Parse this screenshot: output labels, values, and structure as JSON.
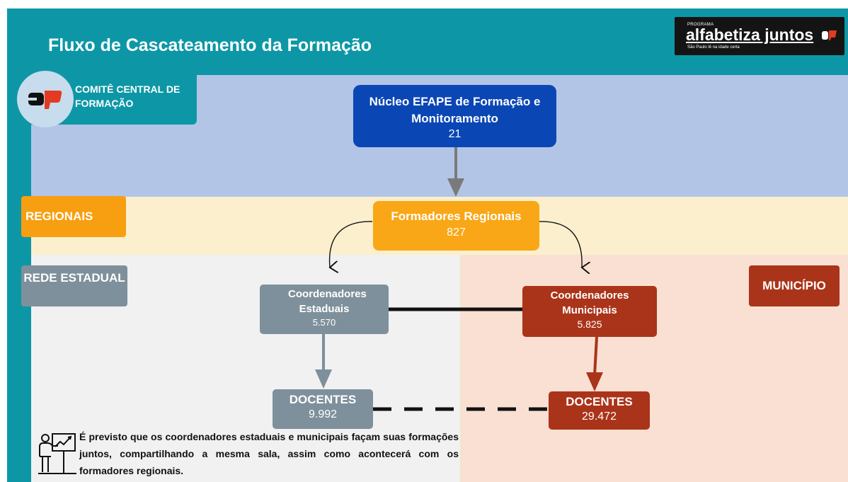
{
  "header": {
    "title": "Fluxo de Cascateamento da Formação",
    "logo": {
      "program": "PROGRAMA",
      "brand": "alfabetiza juntos",
      "tagline": "São Paulo lê na idade certa"
    }
  },
  "levels": {
    "comite": "COMITÊ CENTRAL DE FORMAÇÃO",
    "regionais": "REGIONAIS",
    "rede_estadual": "REDE ESTADUAL",
    "municipio": "MUNICÍPIO"
  },
  "nodes": {
    "nucleo": {
      "title": "Núcleo EFAPE de Formação e  Monitoramento",
      "value": "21"
    },
    "formadores": {
      "title": "Formadores Regionais",
      "value": "827"
    },
    "coord_estaduais": {
      "title": "Coordenadores Estaduais",
      "value": "5.570"
    },
    "coord_municipais": {
      "title": "Coordenadores Municipais",
      "value": "5.825"
    },
    "docentes_estadual": {
      "title": "DOCENTES",
      "value": "9.992"
    },
    "docentes_municipal": {
      "title": "DOCENTES",
      "value": "29.472"
    }
  },
  "note": "É previsto que os coordenadores estaduais e municipais façam suas formações juntos, compartilhando a mesma sala, assim como acontecerá com os formadores regionais.",
  "icons": {
    "sp_logo": "sp-logo-icon",
    "teacher": "teacher-board-icon"
  },
  "colors": {
    "frame": "#0d97a6",
    "blue_band": "#b2c5e6",
    "yellow_band": "#fbefcd",
    "gray_band": "#f1f1f1",
    "peach_band": "#f9e0d3",
    "nucleo": "#0b46b5",
    "formadores": "#f9a716",
    "estadual": "#7e909b",
    "municipal": "#aa3419"
  }
}
